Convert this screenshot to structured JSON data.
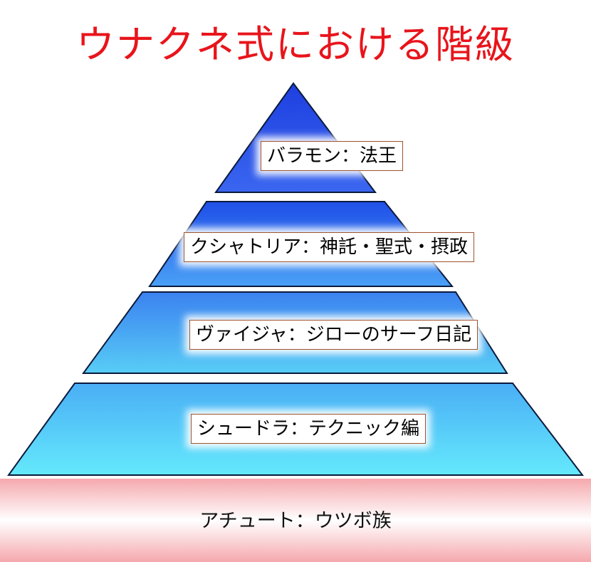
{
  "title": {
    "text": "ウナクネ式における階級",
    "color": "#e8141b"
  },
  "tiers": [
    {
      "label": "バラモン：法王",
      "color_top": "#1e3fe0",
      "color_bottom": "#3a66f0"
    },
    {
      "label": "クシャトリア：神託・聖式・摂政",
      "color_top": "#1f4fe8",
      "color_bottom": "#4aa0f6"
    },
    {
      "label": "ヴァイジャ：ジローのサーフ日記",
      "color_top": "#3b82f0",
      "color_bottom": "#58cdf6"
    },
    {
      "label": "シュードラ：テクニック編",
      "color_top": "#4aaef5",
      "color_bottom": "#64e9fc"
    }
  ],
  "base": {
    "label": "アチュート：ウツボ族",
    "color": "#f5a8ad"
  },
  "label_border_color": "#a0522d",
  "outline_color": "#0a1a3c"
}
